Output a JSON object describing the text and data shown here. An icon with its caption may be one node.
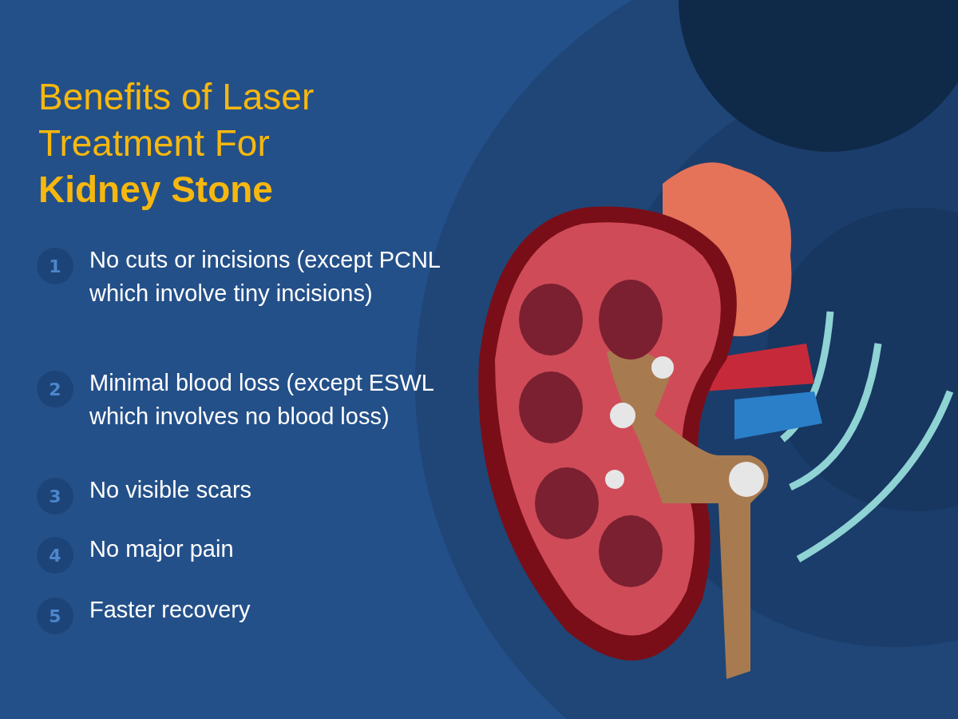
{
  "diagram": {
    "title": "Benefits of Laser Treatment For **Kidney Stone**",
    "nodes": [
      {
        "text": [
          "1"
        ],
        "beside": [
          "No cuts or incisions (except PCNL which involve tiny incisions)"
        ]
      },
      {
        "text": [
          "2"
        ],
        "beside": [
          "Minimal blood loss (except ESWL which involves no blood loss)"
        ]
      },
      {
        "text": [
          "3"
        ],
        "beside": [
          "No visible scars"
        ]
      },
      {
        "text": [
          "4"
        ],
        "beside": [
          "No major pain"
        ]
      },
      {
        "text": [
          "5"
        ],
        "beside": [
          "Faster recovery"
        ]
      }
    ],
    "edges": []
  }
}
